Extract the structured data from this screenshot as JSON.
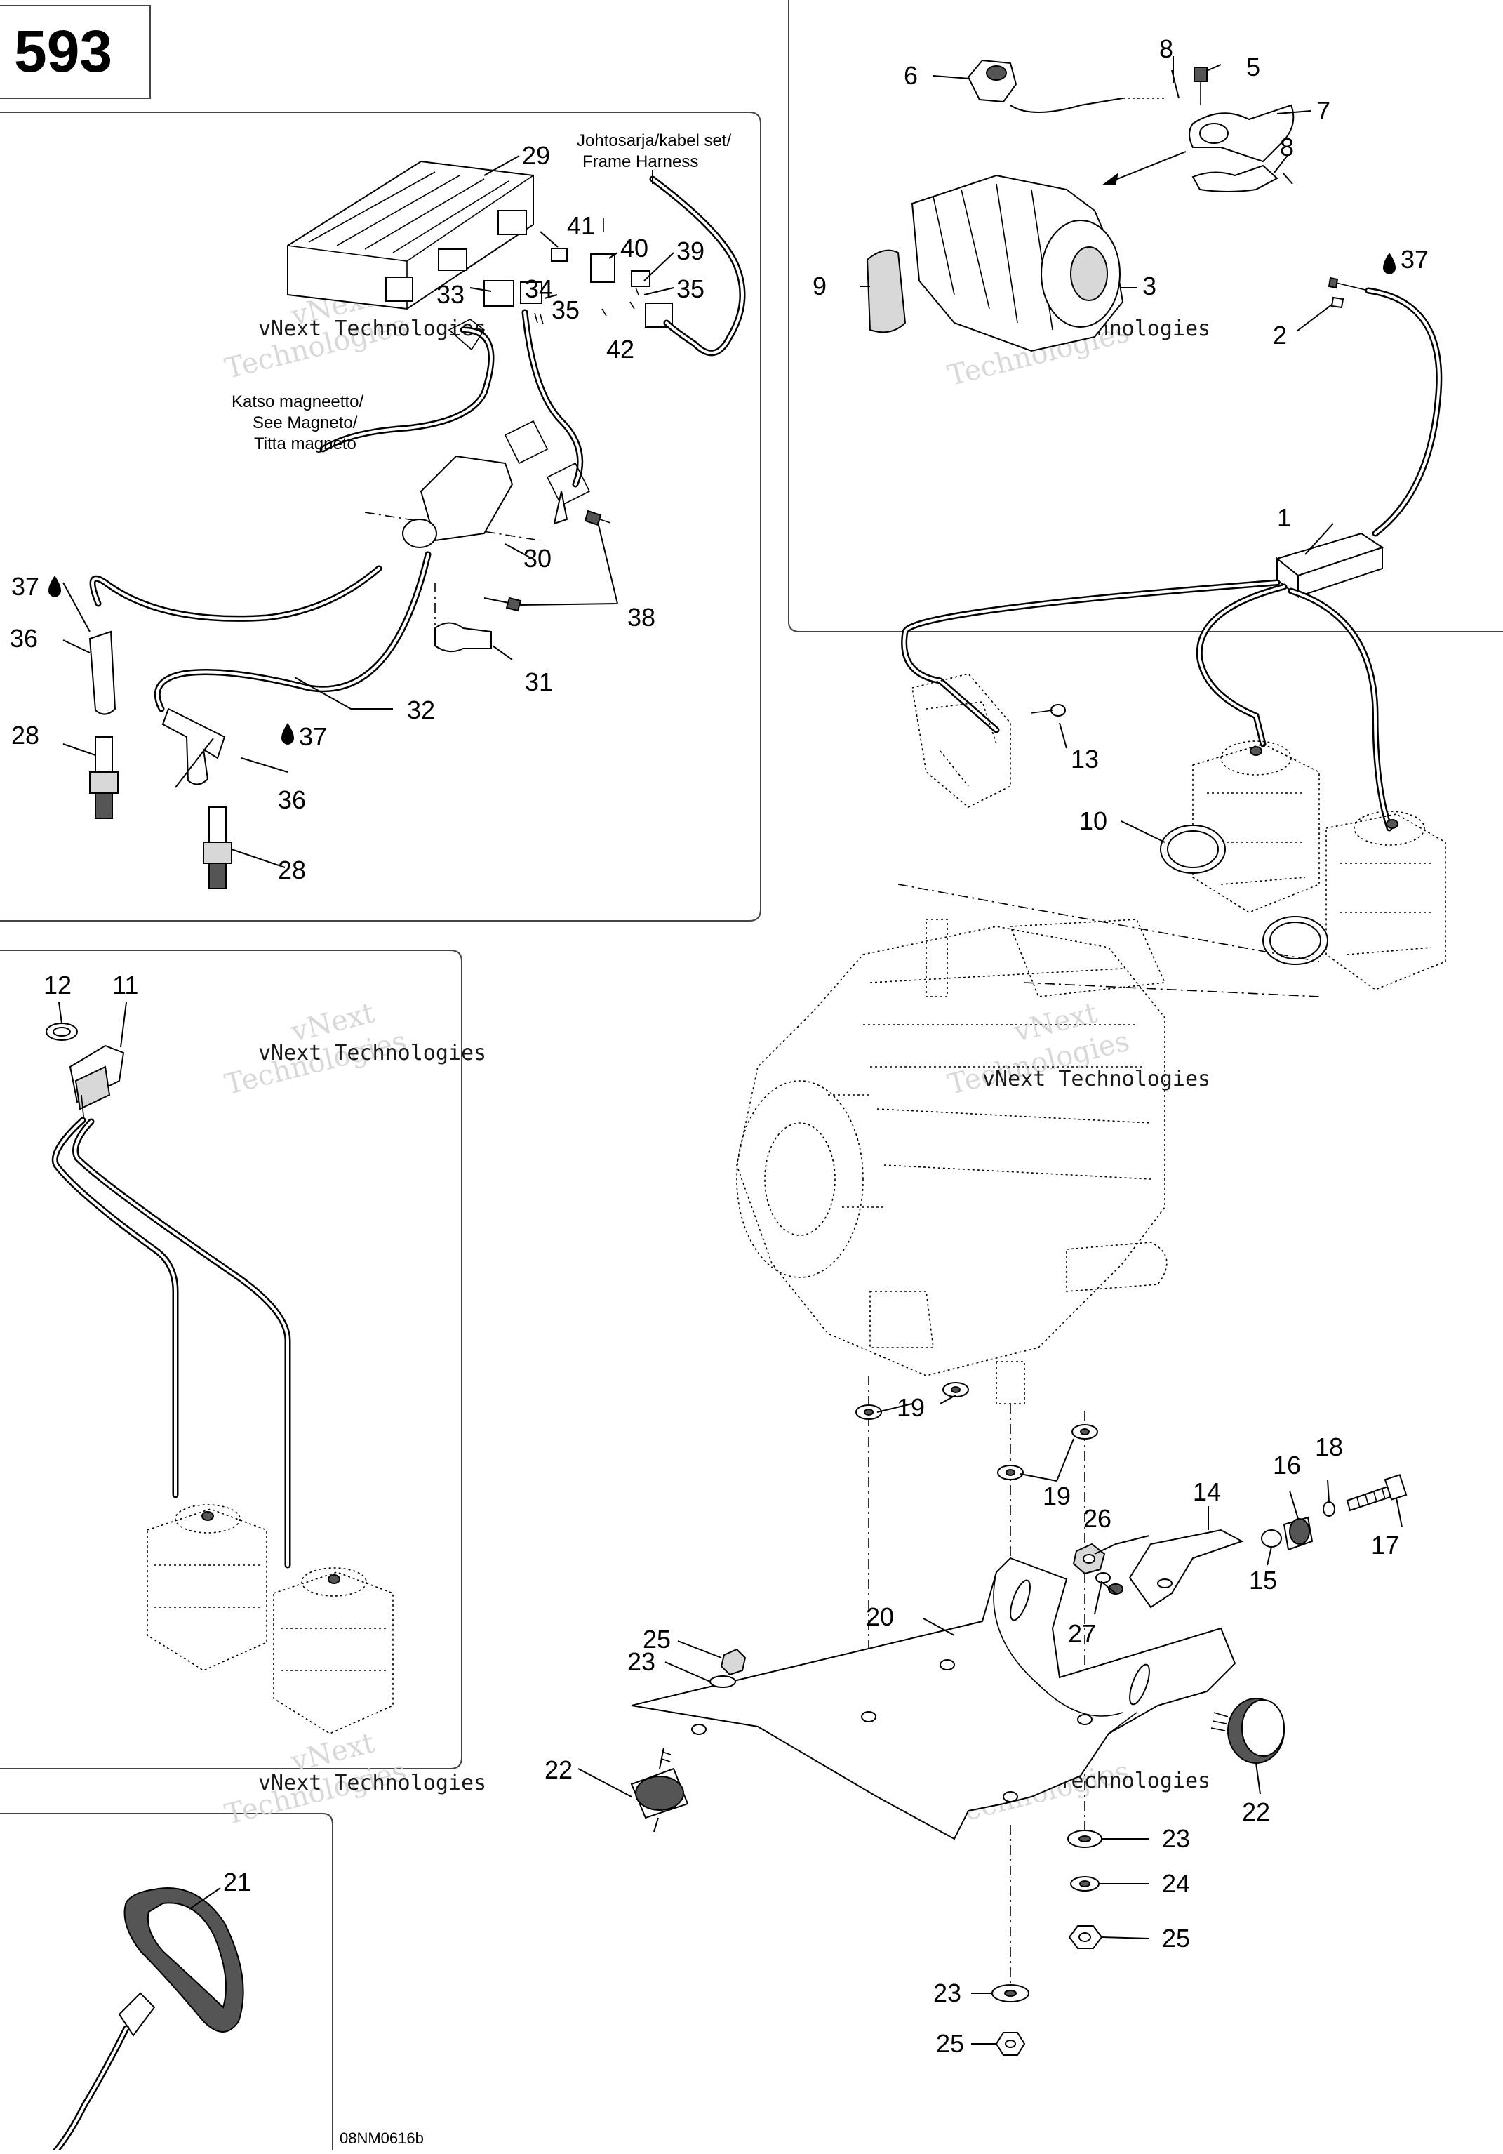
{
  "page": {
    "number": "593",
    "drawing_code": "08NM0616b"
  },
  "watermark": {
    "line1": "vNext",
    "line2": "Technologies",
    "caption": "vNext Technologies"
  },
  "notes": {
    "harness_l1": "Johtosarja/kabel set/",
    "harness_l2": "Frame Harness",
    "magneto_l1": "Katso magneetto/",
    "magneto_l2": "See Magneto/",
    "magneto_l3": "Titta magneto"
  },
  "callouts": {
    "c1": "1",
    "c2": "2",
    "c3": "3",
    "c5": "5",
    "c6": "6",
    "c7": "7",
    "c8a": "8",
    "c8b": "8",
    "c9": "9",
    "c10": "10",
    "c11": "11",
    "c12": "12",
    "c13": "13",
    "c14": "14",
    "c15": "15",
    "c16": "16",
    "c17": "17",
    "c18": "18",
    "c19a": "19",
    "c19b": "19",
    "c20": "20",
    "c21": "21",
    "c22a": "22",
    "c22b": "22",
    "c23a": "23",
    "c23b": "23",
    "c23c": "23",
    "c24": "24",
    "c25a": "25",
    "c25b": "25",
    "c25c": "25",
    "c26": "26",
    "c27": "27",
    "c28a": "28",
    "c28b": "28",
    "c29": "29",
    "c30": "30",
    "c31": "31",
    "c32": "32",
    "c33": "33",
    "c34": "34",
    "c35a": "35",
    "c35b": "35",
    "c36a": "36",
    "c36b": "36",
    "c37a": "37",
    "c37b": "37",
    "c37c": "37",
    "c38": "38",
    "c39": "39",
    "c40": "40",
    "c41": "41",
    "c42": "42"
  },
  "colors": {
    "ink": "#000000",
    "watermark": "#d4d4d4",
    "frame": "#444444"
  }
}
